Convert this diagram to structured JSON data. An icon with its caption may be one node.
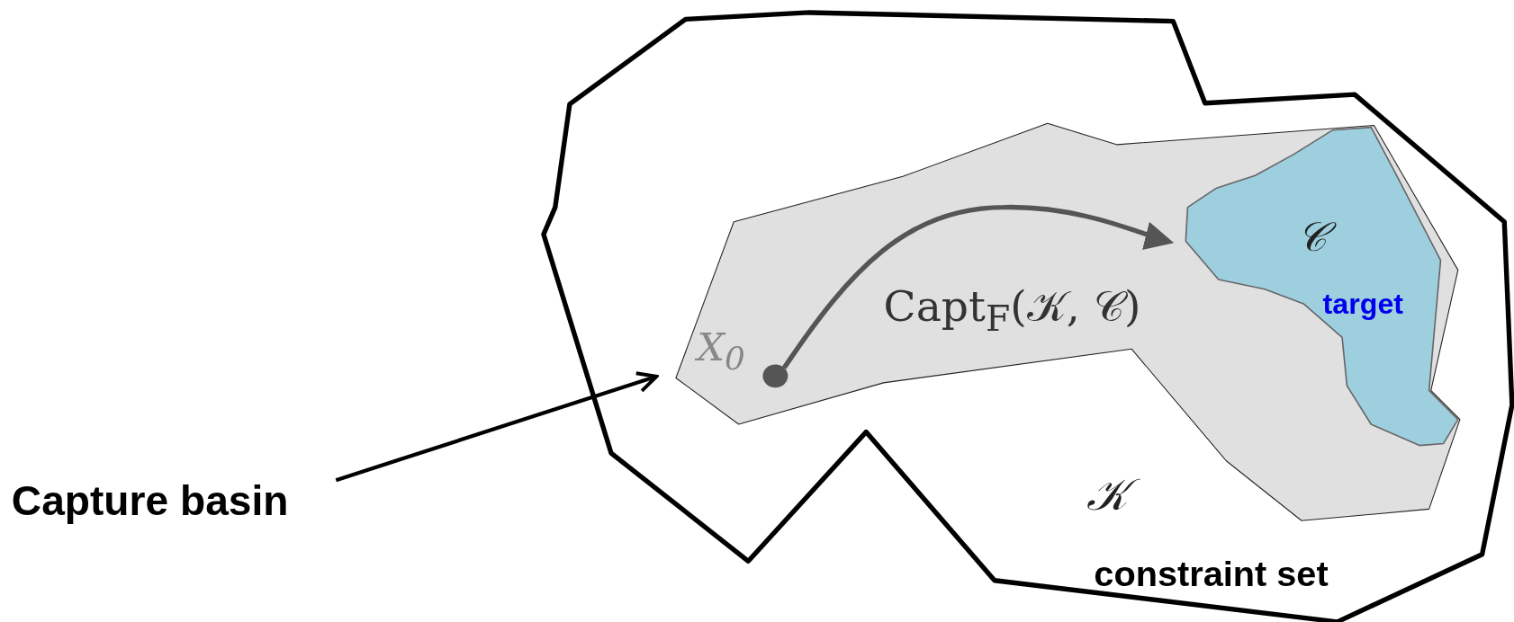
{
  "diagram": {
    "nodes": [
      {
        "text": [
          "𝒦",
          "constraint set"
        ]
      },
      {
        "text": [
          "Capt$_{F}$(𝒦, 𝒞)"
        ],
        "in": 0
      },
      {
        "text": [
          "𝒞",
          "target"
        ],
        "in": 1
      },
      {
        "text": [],
        "shape": "circle",
        "beside": [
          "X$_{0}$"
        ],
        "in": 1
      },
      {
        "text": [
          "Capture basin"
        ]
      }
    ],
    "edges": [
      {
        "from": 3,
        "to": 2,
        "arrow": "to",
        "color": "#555555"
      },
      {
        "from": 4,
        "to": 1,
        "arrow": "to"
      }
    ]
  }
}
